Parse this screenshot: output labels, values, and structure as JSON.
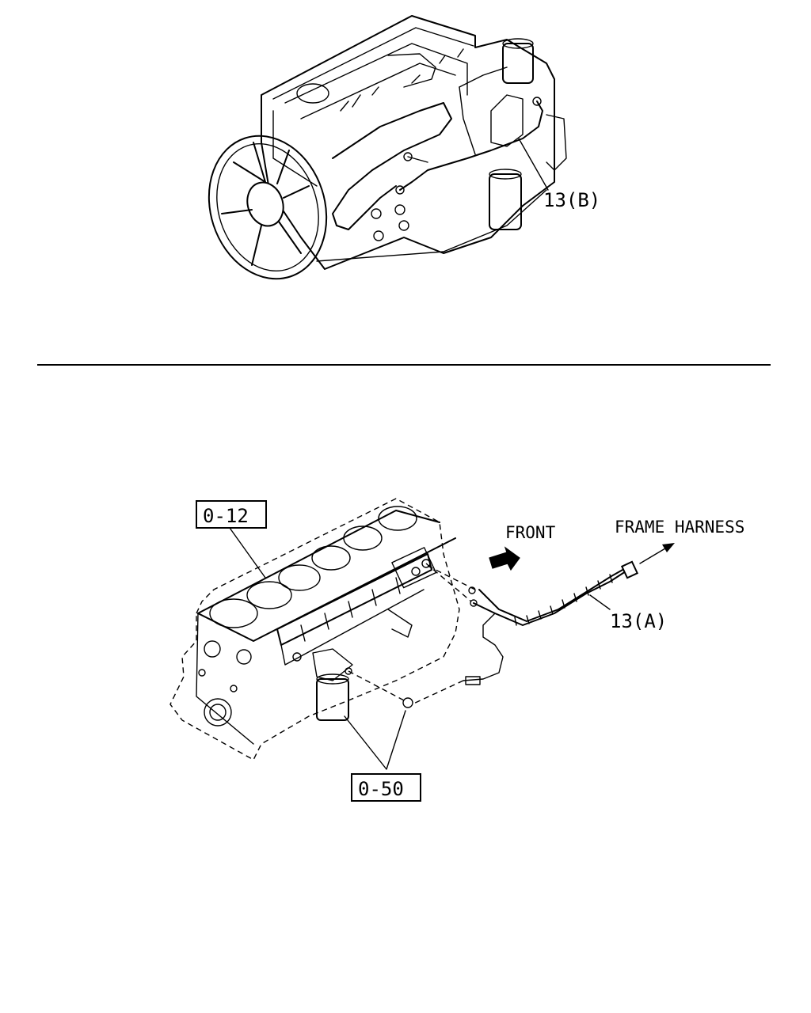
{
  "diagram": {
    "top_view": {
      "callout_13b": "13(B)"
    },
    "bottom_view": {
      "box_012": "0-12",
      "box_050": "0-50",
      "front": "FRONT",
      "frame_harness": "FRAME HARNESS",
      "callout_13a": "13(A)"
    }
  }
}
